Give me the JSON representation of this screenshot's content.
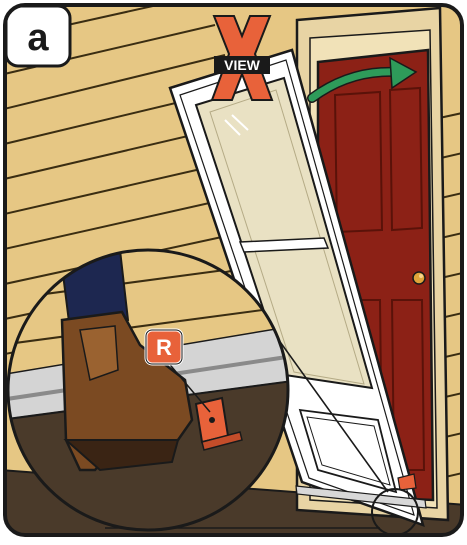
{
  "panel": {
    "label": "a"
  },
  "view_badge": {
    "text": "VIEW",
    "mark": "X",
    "mark_color": "#e8623a"
  },
  "part_tag": {
    "text": "R",
    "color": "#e8623a"
  },
  "arrow": {
    "direction": "right",
    "color": "#2e9b5a",
    "icon": "curved-arrow-right-icon"
  },
  "colors": {
    "siding": "#e6c784",
    "door": "#8c2116",
    "storm_door_frame": "#ffffff",
    "glass": "#e9e1c3",
    "outline": "#1a1a1a"
  }
}
